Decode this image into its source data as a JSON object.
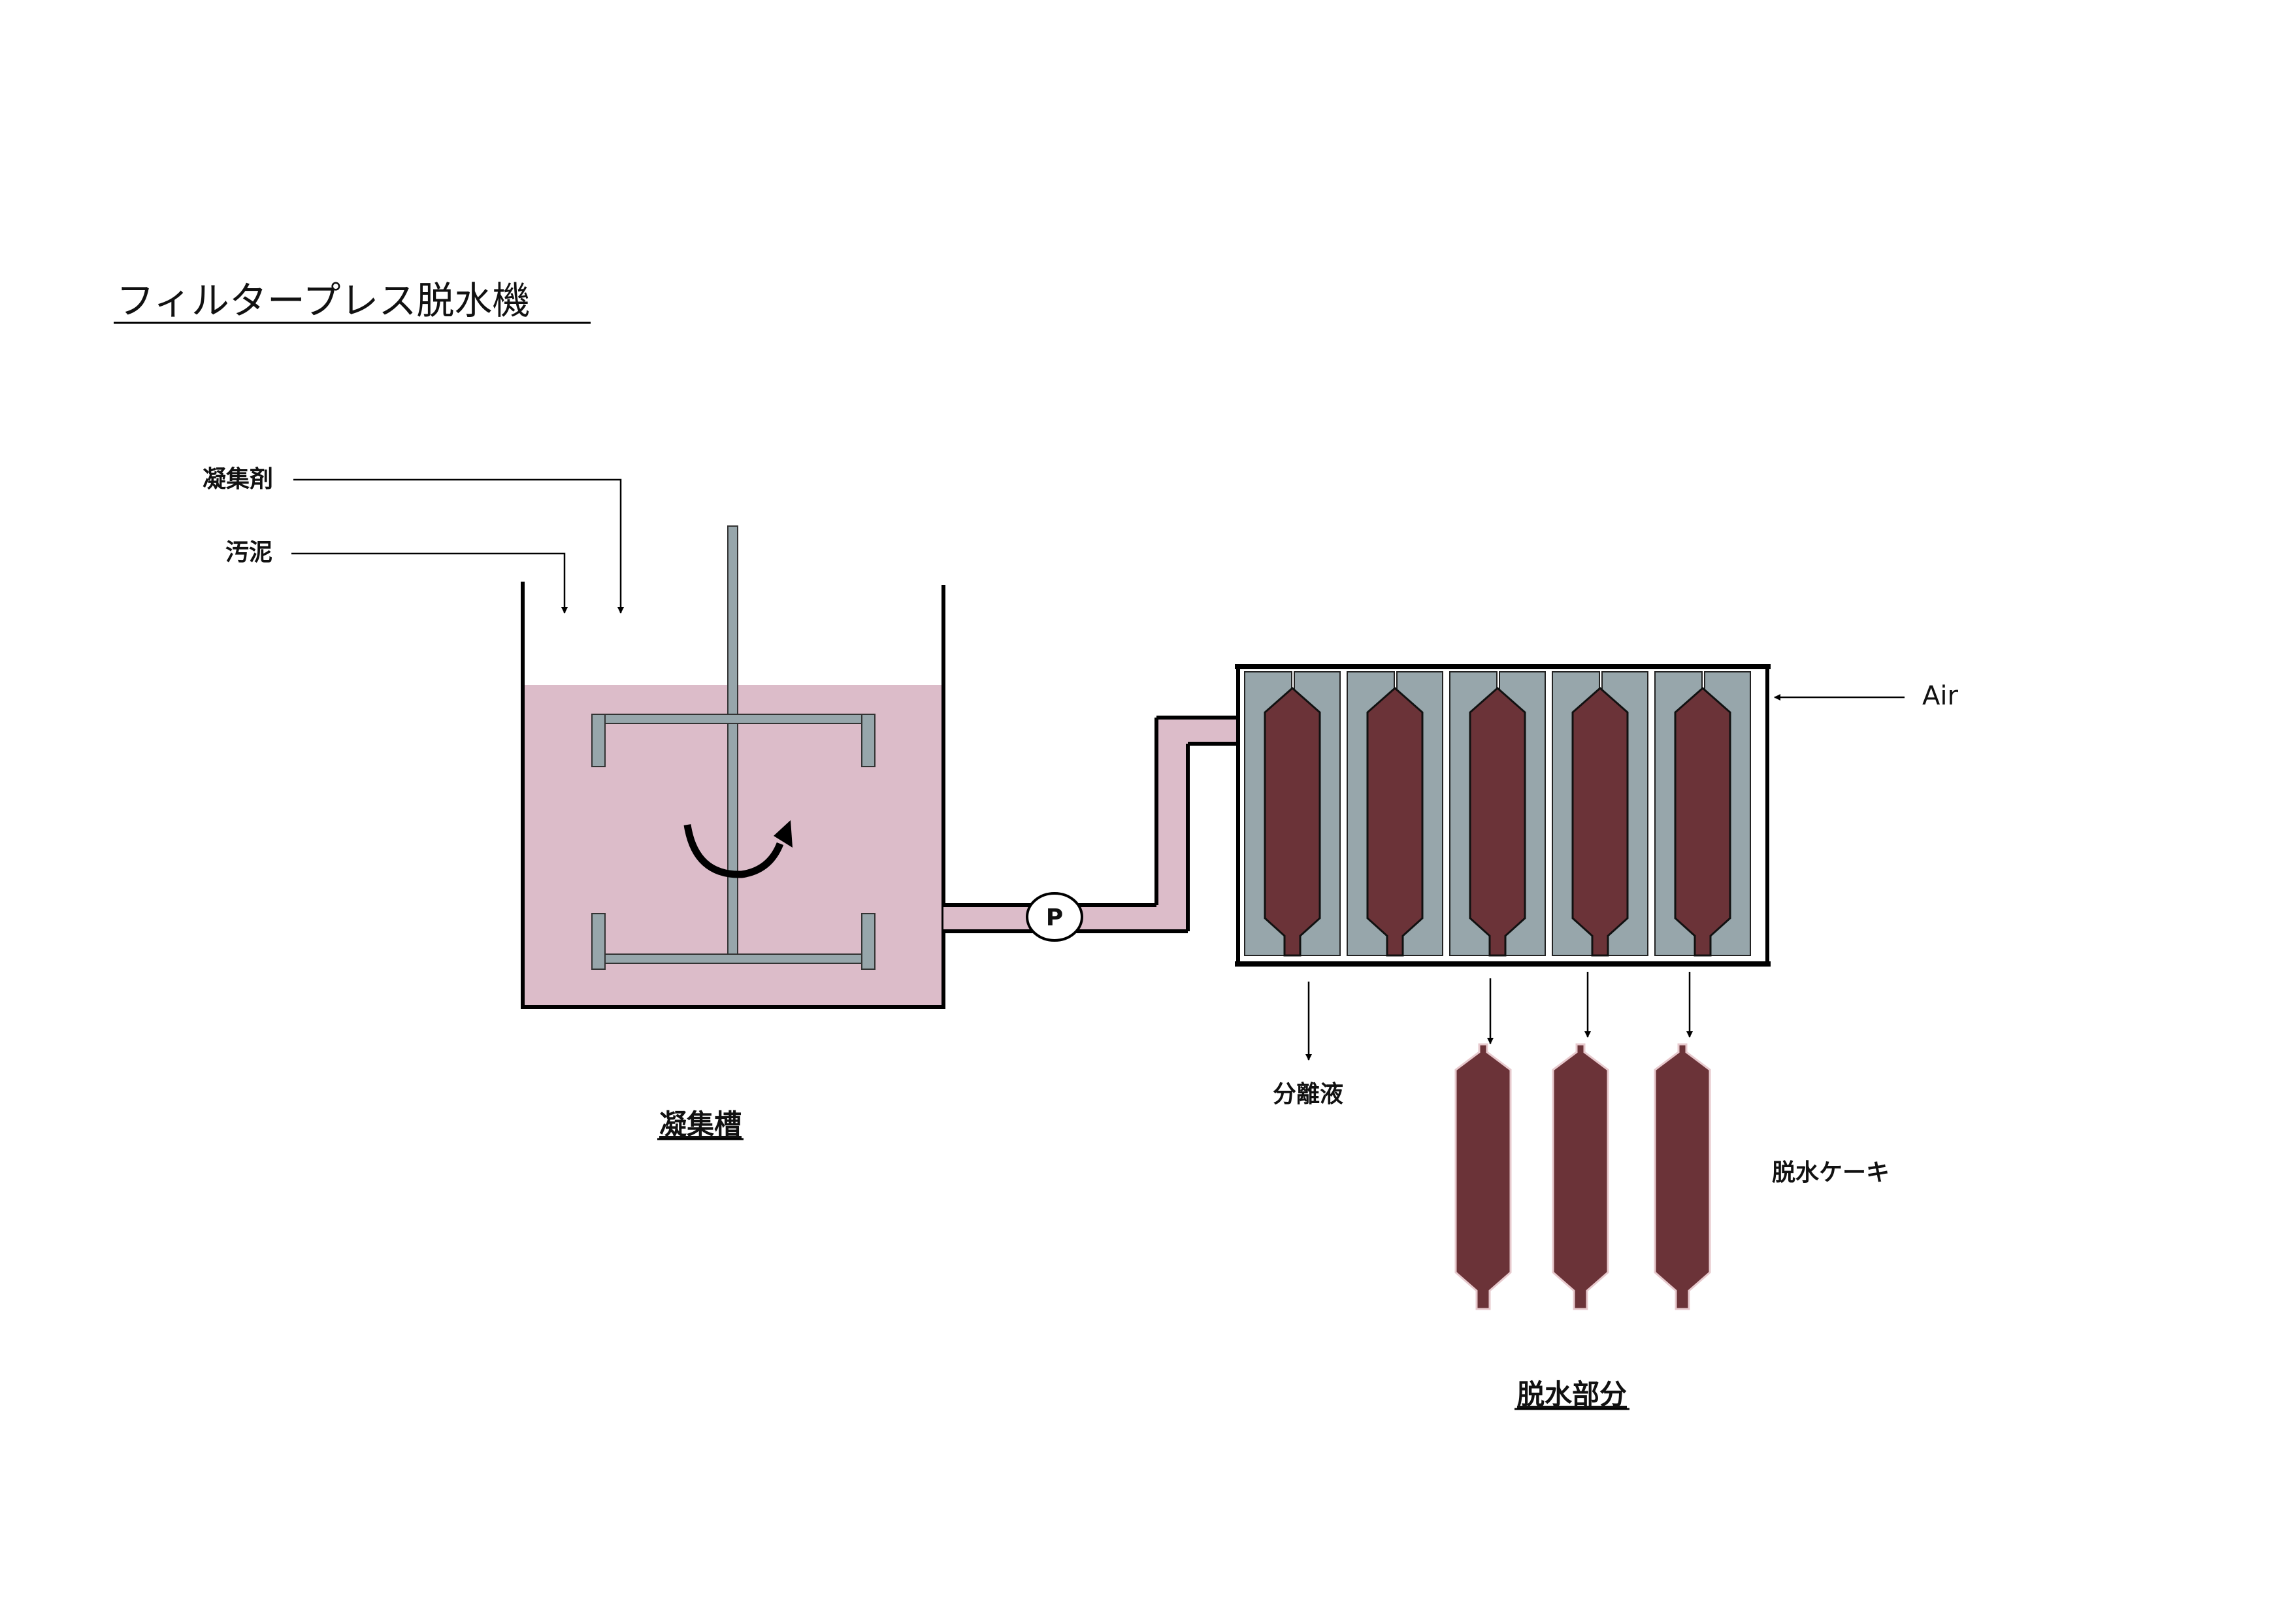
{
  "title": "フィルタープレス脱水機",
  "inputs": {
    "coagulant": "凝集剤",
    "sludge": "汚泥"
  },
  "tank": {
    "label": "凝集槽",
    "liquid_color": "#dcbcc9"
  },
  "pump": {
    "label": "P"
  },
  "press": {
    "air_label": "Air",
    "filtrate_label": "分離液",
    "cake_label": "脱水ケーキ",
    "section_label": "脱水部分",
    "plate_color": "#97a6ab",
    "cake_color": "#6b3338",
    "chamber_count": 5,
    "cake_count": 3
  },
  "colors": {
    "line": "#000000",
    "paddle": "#97a6ab"
  }
}
